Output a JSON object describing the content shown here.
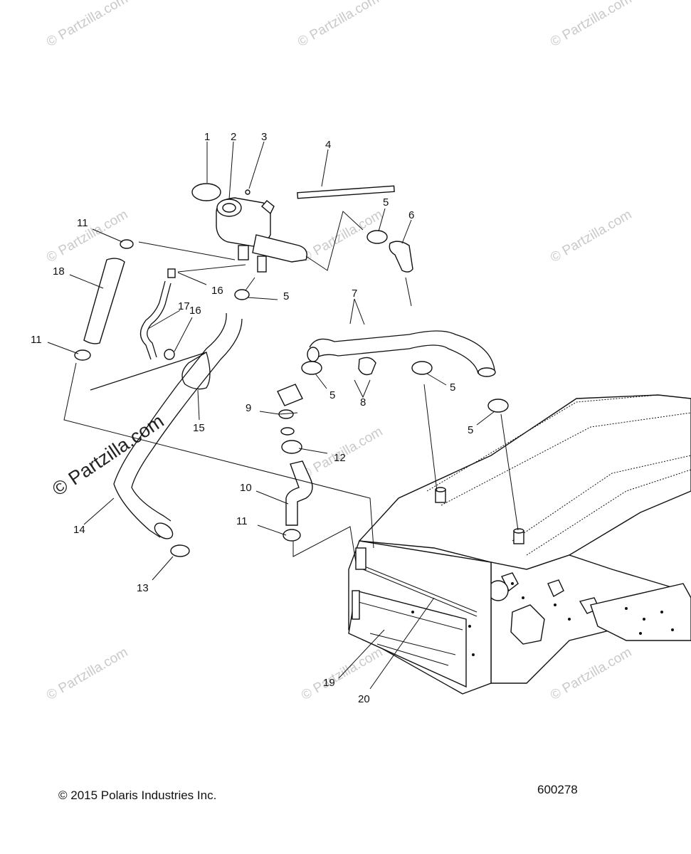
{
  "diagram": {
    "callouts": [
      {
        "id": "c1",
        "label": "1"
      },
      {
        "id": "c2",
        "label": "2"
      },
      {
        "id": "c3",
        "label": "3"
      },
      {
        "id": "c4",
        "label": "4"
      },
      {
        "id": "c5a",
        "label": "5"
      },
      {
        "id": "c6",
        "label": "6"
      },
      {
        "id": "c11a",
        "label": "11"
      },
      {
        "id": "c18",
        "label": "18"
      },
      {
        "id": "c16a",
        "label": "16"
      },
      {
        "id": "c5b",
        "label": "5"
      },
      {
        "id": "c17",
        "label": "17"
      },
      {
        "id": "c16b",
        "label": "16"
      },
      {
        "id": "c7",
        "label": "7"
      },
      {
        "id": "c11b",
        "label": "11"
      },
      {
        "id": "c5c",
        "label": "5"
      },
      {
        "id": "c8",
        "label": "8"
      },
      {
        "id": "c5d",
        "label": "5"
      },
      {
        "id": "c5e",
        "label": "5"
      },
      {
        "id": "c9",
        "label": "9"
      },
      {
        "id": "c15",
        "label": "15"
      },
      {
        "id": "c12",
        "label": "12"
      },
      {
        "id": "c10",
        "label": "10"
      },
      {
        "id": "c14",
        "label": "14"
      },
      {
        "id": "c11c",
        "label": "11"
      },
      {
        "id": "c13",
        "label": "13"
      },
      {
        "id": "c19",
        "label": "19"
      },
      {
        "id": "c20",
        "label": "20"
      }
    ],
    "watermark_text": "© Partzilla.com",
    "side_watermark_text": "© Partzilla.com"
  },
  "footer": {
    "copyright": "© 2015 Polaris Industries Inc.",
    "diagram_number": "600278"
  }
}
